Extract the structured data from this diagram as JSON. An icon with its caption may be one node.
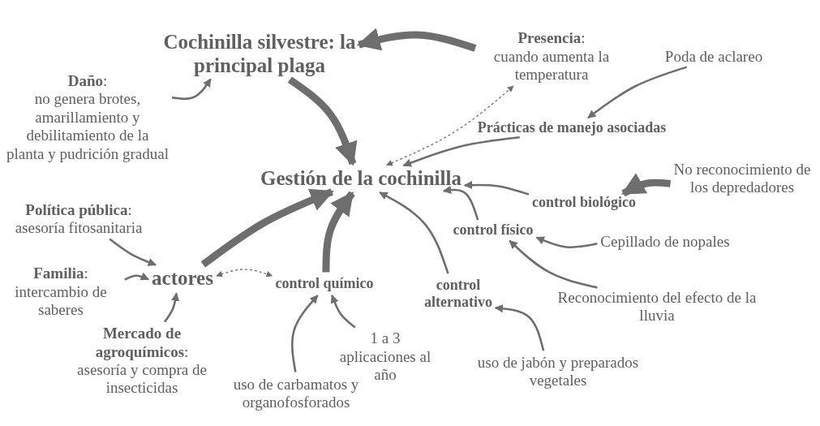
{
  "diagram": {
    "nodes": [
      {
        "text": [
          "Cochinilla silvestre: la principal plaga"
        ]
      },
      {
        "text": [
          "**Daño**:",
          "no genera brotes, amarillamiento y debilitamiento de la planta y pudrición gradual"
        ]
      },
      {
        "text": [
          "**Presencia**:",
          "cuando aumenta la temperatura"
        ]
      },
      {
        "text": [
          "Poda de aclareo"
        ]
      },
      {
        "text": [
          "Prácticas de manejo asociadas"
        ]
      },
      {
        "text": [
          "Gestión de la cochinilla"
        ]
      },
      {
        "text": [
          "No reconocimiento de los depredadores"
        ]
      },
      {
        "text": [
          "control biológico"
        ]
      },
      {
        "text": [
          "**Política pública**:",
          "asesoría fitosanitaria"
        ]
      },
      {
        "text": [
          "control físico"
        ]
      },
      {
        "text": [
          "Cepillado de nopales"
        ]
      },
      {
        "text": [
          "**Familia**:",
          "intercambio de saberes"
        ]
      },
      {
        "text": [
          "actores"
        ]
      },
      {
        "text": [
          "control químico"
        ]
      },
      {
        "text": [
          "control alternativo"
        ]
      },
      {
        "text": [
          "Reconocimiento del efecto de la lluvia"
        ]
      },
      {
        "text": [
          "**Mercado de agroquímicos**:",
          "asesoría y compra de insecticidas"
        ]
      },
      {
        "text": [
          "uso de carbamatos y organofosforados"
        ]
      },
      {
        "text": [
          "1 a 3 aplicaciones al año"
        ]
      },
      {
        "text": [
          "uso de jabón y preparados vegetales"
        ]
      }
    ],
    "edges": [
      {
        "from": 2,
        "to": 0,
        "arrow": "to",
        "style": "thick"
      },
      {
        "from": 1,
        "to": 0,
        "arrow": "to"
      },
      {
        "from": 0,
        "to": 5,
        "arrow": "to",
        "style": "thick"
      },
      {
        "from": 5,
        "to": 2,
        "arrow": "both",
        "style": "dashed"
      },
      {
        "from": 3,
        "to": 4,
        "arrow": "to"
      },
      {
        "from": 4,
        "to": 5,
        "arrow": "to"
      },
      {
        "from": 6,
        "to": 7,
        "arrow": "to",
        "style": "thick"
      },
      {
        "from": 7,
        "to": 5,
        "arrow": "to"
      },
      {
        "from": 9,
        "to": 5,
        "arrow": "to"
      },
      {
        "from": 14,
        "to": 5,
        "arrow": "to"
      },
      {
        "from": 13,
        "to": 5,
        "arrow": "to",
        "style": "thick"
      },
      {
        "from": 12,
        "to": 5,
        "arrow": "to",
        "style": "thick"
      },
      {
        "from": 10,
        "to": 9,
        "arrow": "to"
      },
      {
        "from": 15,
        "to": 9,
        "arrow": "to"
      },
      {
        "from": 19,
        "to": 14,
        "arrow": "to"
      },
      {
        "from": 8,
        "to": 12,
        "arrow": "to"
      },
      {
        "from": 11,
        "to": 12,
        "arrow": "to"
      },
      {
        "from": 16,
        "to": 12,
        "arrow": "to"
      },
      {
        "from": 17,
        "to": 13,
        "arrow": "to"
      },
      {
        "from": 18,
        "to": 13,
        "arrow": "to"
      },
      {
        "from": 12,
        "to": 13,
        "arrow": "both",
        "style": "dashed"
      }
    ]
  }
}
